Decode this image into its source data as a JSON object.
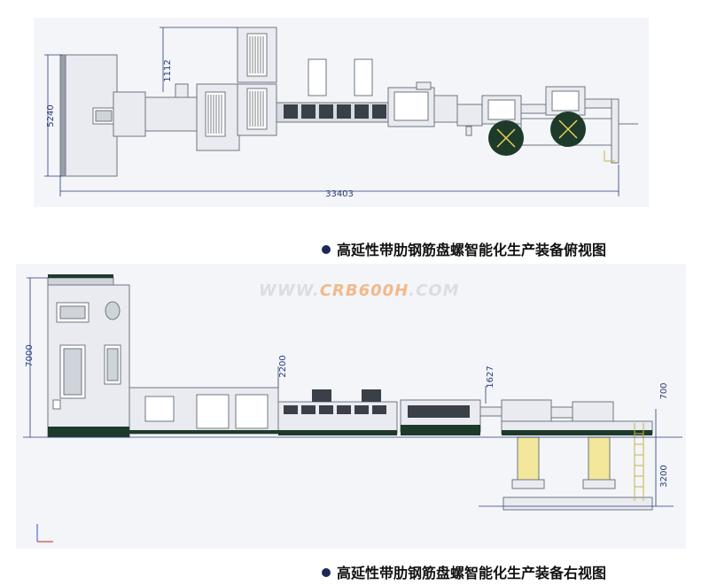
{
  "top_view": {
    "caption": "高延性带肋钢筋盘螺智能化生产装备俯视图",
    "dim_height": "5240",
    "dim_offset": "1112",
    "dim_length": "33403"
  },
  "side_view": {
    "caption": "高延性带肋钢筋盘螺智能化生产装备右视图",
    "dim_total_height": "7000",
    "dim_cabinet_height": "2200",
    "dim_middle_height": "1627",
    "dim_upper_height": "700",
    "dim_lower_height": "3200"
  },
  "watermark": {
    "prefix": "WWW.",
    "brand": "CRB600H",
    "suffix": ".COM"
  },
  "colors": {
    "line": "#2a3a78",
    "machine_fill": "#e9ebf0",
    "machine_stroke": "#6f7580",
    "dark_green": "#1d3a2a",
    "yellow": "#f2e79a"
  }
}
